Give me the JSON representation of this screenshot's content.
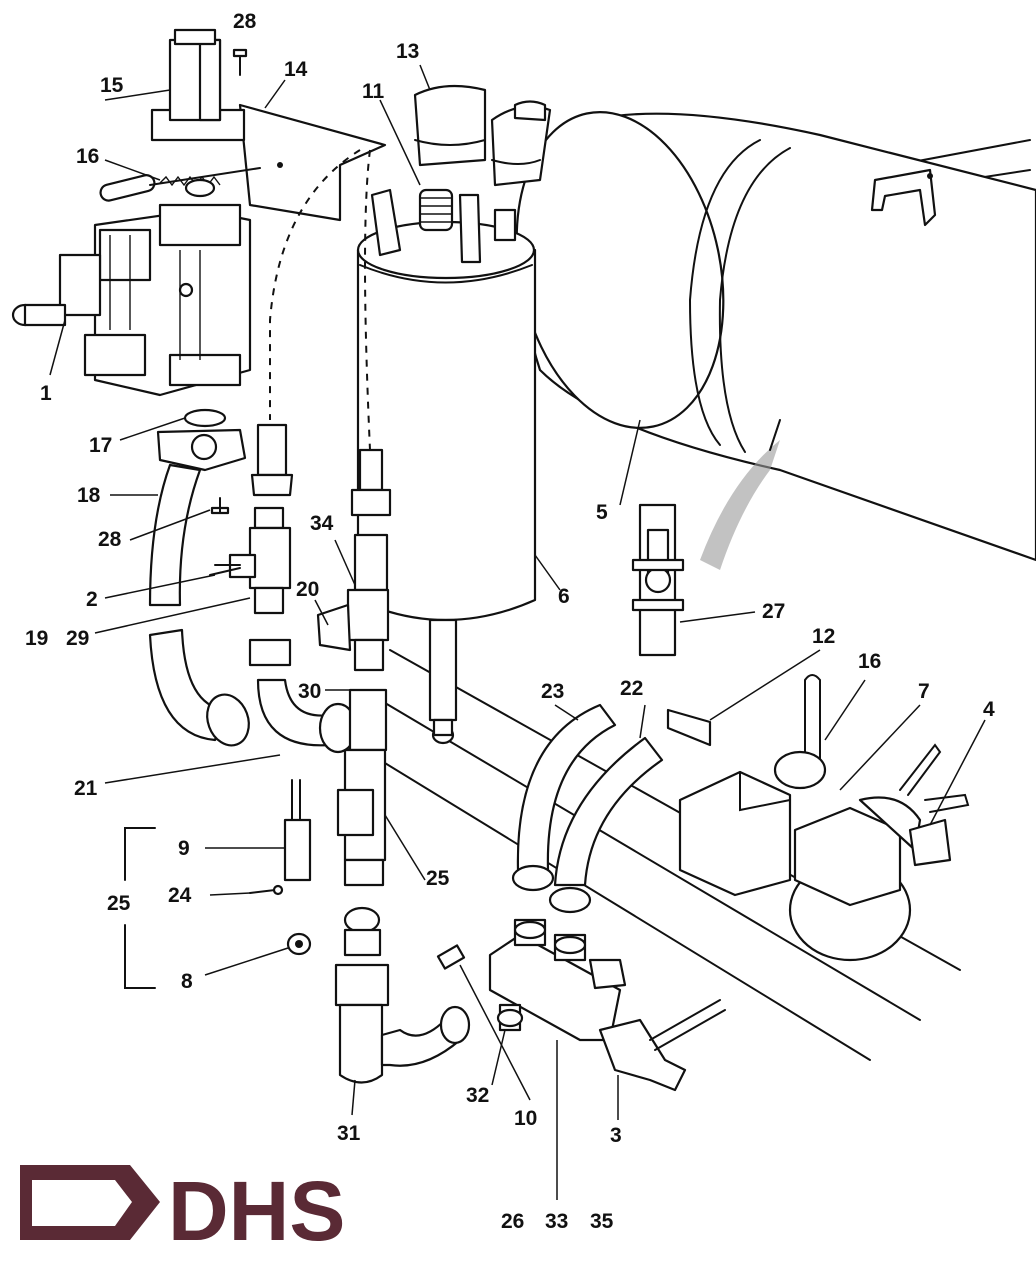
{
  "callouts": {
    "c1": "1",
    "c2": "2",
    "c3": "3",
    "c4": "4",
    "c5": "5",
    "c6": "6",
    "c7": "7",
    "c8": "8",
    "c9": "9",
    "c10": "10",
    "c11": "11",
    "c12": "12",
    "c13": "13",
    "c14": "14",
    "c15": "15",
    "c16a": "16",
    "c16b": "16",
    "c17": "17",
    "c18": "18",
    "c19": "19",
    "c20": "20",
    "c21": "21",
    "c22": "22",
    "c23": "23",
    "c24": "24",
    "c25a": "25",
    "c25b": "25",
    "c26": "26",
    "c27": "27",
    "c28a": "28",
    "c28b": "28",
    "c29": "29",
    "c30": "30",
    "c31": "31",
    "c32": "32",
    "c33": "33",
    "c34": "34",
    "c35": "35"
  },
  "logo": {
    "text": "DHS",
    "color": "#5a2a35"
  }
}
